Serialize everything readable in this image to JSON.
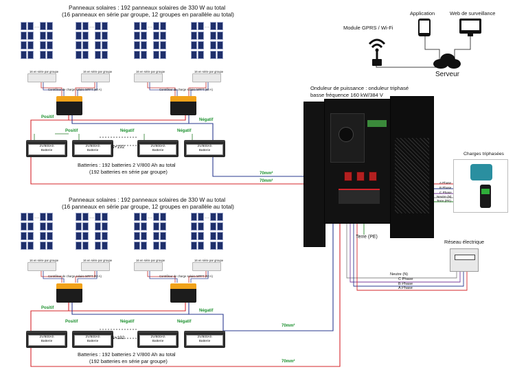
{
  "top_section": {
    "title_line1": "Panneaux solaires : 192 panneaux solaires de 330 W au total",
    "title_line2": "(16 panneaux en série par groupe, 12 groupes en parallèle au total)",
    "string_label": "16 en série par groupe",
    "dots": "......",
    "mppt_label": "Contrôleur de charge solaire MPPT (60 A)",
    "positive_label": "Positif",
    "negative_label": "Négatif",
    "battery_label_line1": "2V/800Ah",
    "battery_label_line2": "Batterie",
    "nplus": "N+192",
    "batteries_line1": "Batteries : 192 batteries 2 V/800 Ah au total",
    "batteries_line2": "(192 batteries en série par groupe)",
    "cable1": "70mm²",
    "cable2": "70mm²"
  },
  "bottom_section": {
    "title_line1": "Panneaux solaires : 192 panneaux solaires de 330 W au total",
    "title_line2": "(16 panneaux en série par groupe, 12 groupes en parallèle au total)",
    "string_label": "16 en série par groupe",
    "dots": "......",
    "mppt_label": "Contrôleur de charge solaire MPPT (60 A)",
    "positive_label": "Positif",
    "negative_label": "Négatif",
    "battery_label_line1": "2V/800Ah",
    "battery_label_line2": "Batterie",
    "nplus": "N+192",
    "batteries_line1": "Batteries : 192 batteries 2 V/800 Ah au total",
    "batteries_line2": "(192 batteries en série par groupe)",
    "cable1": "70mm²",
    "cable2": "70mm²"
  },
  "monitoring": {
    "gprs": "Module GPRS / Wi-Fi",
    "application": "Application",
    "web": "Web de surveillance",
    "server": "Serveur"
  },
  "inverter": {
    "line1": "Onduleur de puissance : onduleur triphasé",
    "line2": "basse fréquence 160 kW/384 V",
    "earth": "Terre (PE)"
  },
  "loads": {
    "title": "Charges triphasées",
    "a": "A Phase",
    "b": "B Phase",
    "c": "C Phase",
    "n": "Neutre (N)",
    "pe": "Terre (PE)"
  },
  "grid": {
    "title": "Réseau électrique",
    "neutral": "Neutre (N)",
    "c": "C Phase",
    "b": "B Phase",
    "a": "A Phase"
  },
  "colors": {
    "positive": "#d4242a",
    "negative": "#2a3a8f",
    "green_text": "#1a8f2c",
    "inverter_orange": "#f1a21a"
  }
}
